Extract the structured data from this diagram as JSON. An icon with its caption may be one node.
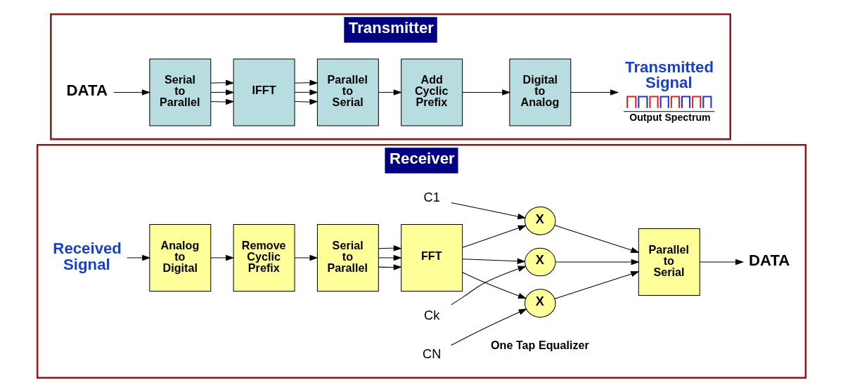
{
  "diagram": {
    "nodes": [
      {
        "text": [
          "Transmitter"
        ]
      },
      {
        "text": [
          "DATA"
        ],
        "in": 0
      },
      {
        "text": [
          "Serial to Parallel"
        ],
        "in": 0
      },
      {
        "text": [
          "IFFT"
        ],
        "in": 0
      },
      {
        "text": [
          "Parallel to Serial"
        ],
        "in": 0
      },
      {
        "text": [
          "Add Cyclic Prefix"
        ],
        "in": 0
      },
      {
        "text": [
          "Digital to Analog"
        ],
        "in": 0
      },
      {
        "text": [
          "Transmitted Signal",
          "Output Spectrum"
        ],
        "in": 0
      },
      {
        "text": [
          "Receiver"
        ]
      },
      {
        "text": [
          "Received Signal"
        ],
        "in": 8
      },
      {
        "text": [
          "Analog to Digital"
        ],
        "in": 8
      },
      {
        "text": [
          "Remove Cyclic Prefix"
        ],
        "in": 8
      },
      {
        "text": [
          "Serial to Parallel"
        ],
        "in": 8
      },
      {
        "text": [
          "FFT"
        ],
        "in": 8
      },
      {
        "text": [
          "X"
        ],
        "in": 8
      },
      {
        "text": [
          "X"
        ],
        "in": 8
      },
      {
        "text": [
          "X"
        ],
        "in": 8
      },
      {
        "text": [
          "Parallel to Serial"
        ],
        "in": 8
      },
      {
        "text": [
          "DATA"
        ],
        "in": 8
      },
      {
        "text": [
          "C1"
        ],
        "in": 8
      },
      {
        "text": [
          "Ck"
        ],
        "in": 8
      },
      {
        "text": [
          "CN"
        ],
        "in": 8
      }
    ],
    "edges": [
      {
        "from": 1,
        "to": 2,
        "arrow": "to"
      },
      {
        "from": 2,
        "to": 3,
        "arrow": "to"
      },
      {
        "from": 2,
        "to": 3,
        "arrow": "to"
      },
      {
        "from": 2,
        "to": 3,
        "arrow": "to"
      },
      {
        "from": 3,
        "to": 4,
        "arrow": "to"
      },
      {
        "from": 3,
        "to": 4,
        "arrow": "to"
      },
      {
        "from": 3,
        "to": 4,
        "arrow": "to"
      },
      {
        "from": 4,
        "to": 5,
        "arrow": "to"
      },
      {
        "from": 5,
        "to": 6,
        "arrow": "to"
      },
      {
        "from": 6,
        "to": 7,
        "arrow": "to"
      },
      {
        "from": 9,
        "to": 10,
        "arrow": "to"
      },
      {
        "from": 10,
        "to": 11,
        "arrow": "to"
      },
      {
        "from": 11,
        "to": 12,
        "arrow": "to"
      },
      {
        "from": 12,
        "to": 13,
        "arrow": "to"
      },
      {
        "from": 12,
        "to": 13,
        "arrow": "to"
      },
      {
        "from": 12,
        "to": 13,
        "arrow": "to"
      },
      {
        "from": 13,
        "to": 14,
        "arrow": "to"
      },
      {
        "from": 13,
        "to": 15,
        "arrow": "to"
      },
      {
        "from": 13,
        "to": 16,
        "arrow": "to"
      },
      {
        "from": 19,
        "to": 14,
        "arrow": "to"
      },
      {
        "from": 20,
        "to": 15,
        "arrow": "to"
      },
      {
        "from": 21,
        "to": 16,
        "arrow": "to"
      },
      {
        "from": 14,
        "to": 17,
        "arrow": "to"
      },
      {
        "from": 15,
        "to": 17,
        "arrow": "to"
      },
      {
        "from": 16,
        "to": 17,
        "arrow": "to"
      },
      {
        "from": 17,
        "to": 18,
        "arrow": "to"
      }
    ],
    "labels": [
      "One Tap Equalizer"
    ]
  }
}
